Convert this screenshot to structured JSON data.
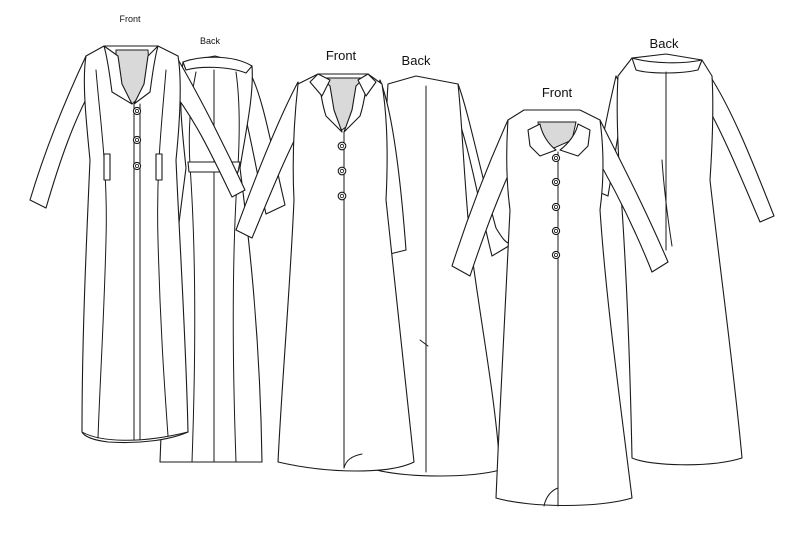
{
  "labels": {
    "coat1_front": "Front",
    "coat1_back": "Back",
    "coat2_front": "Front",
    "coat2_back": "Back",
    "coat3_front": "Front",
    "coat3_back": "Back"
  },
  "colors": {
    "stroke": "#1a1a1a",
    "lining": "#d9d9d9",
    "background": "#ffffff"
  }
}
